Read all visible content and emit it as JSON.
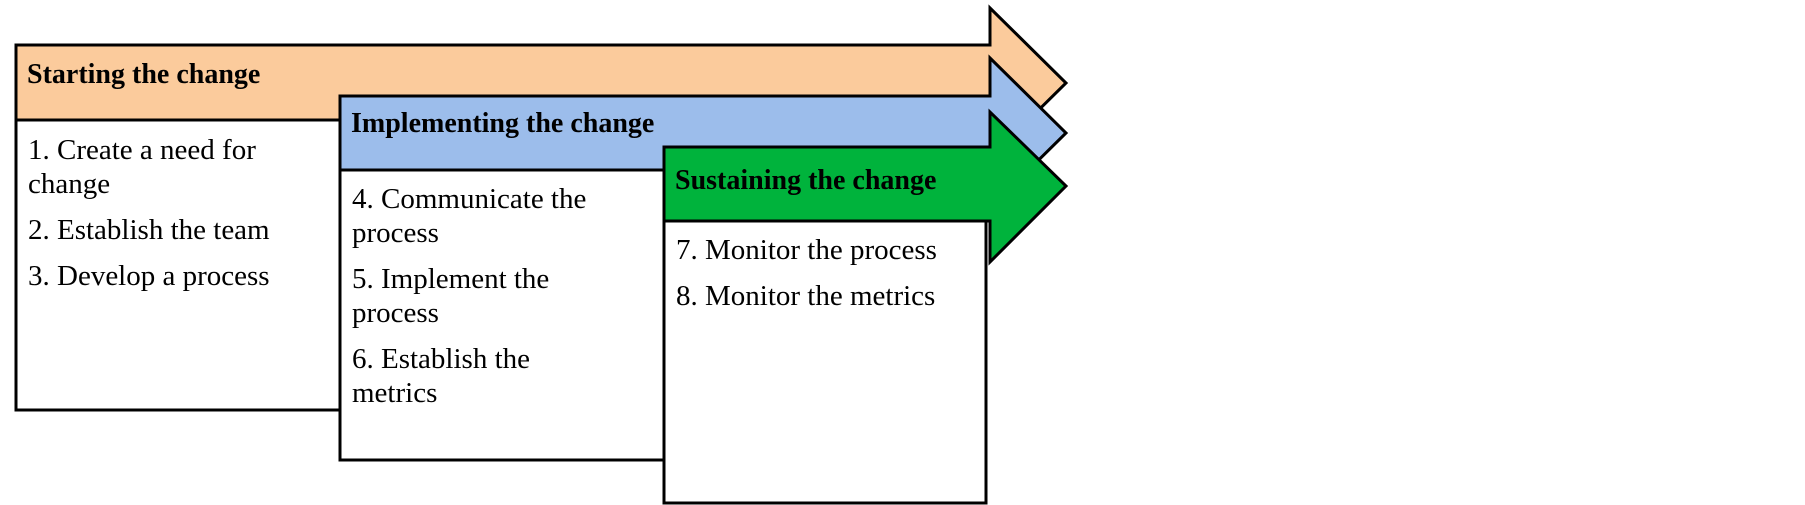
{
  "diagram": {
    "colors": {
      "phase1": "#FBCB9C",
      "phase2": "#9CBDEB",
      "phase3": "#00B33C",
      "stroke": "#000000",
      "box": "#FFFFFF"
    },
    "phases": [
      {
        "title": "Starting the change",
        "steps": [
          "1. Create a need for change",
          "2. Establish the team",
          "3. Develop a process"
        ]
      },
      {
        "title": "Implementing the change",
        "steps": [
          "4. Communicate the process",
          "5. Implement the process",
          "6. Establish the metrics"
        ]
      },
      {
        "title": "Sustaining the change",
        "steps": [
          "7. Monitor the process",
          "8. Monitor the metrics"
        ]
      }
    ]
  }
}
